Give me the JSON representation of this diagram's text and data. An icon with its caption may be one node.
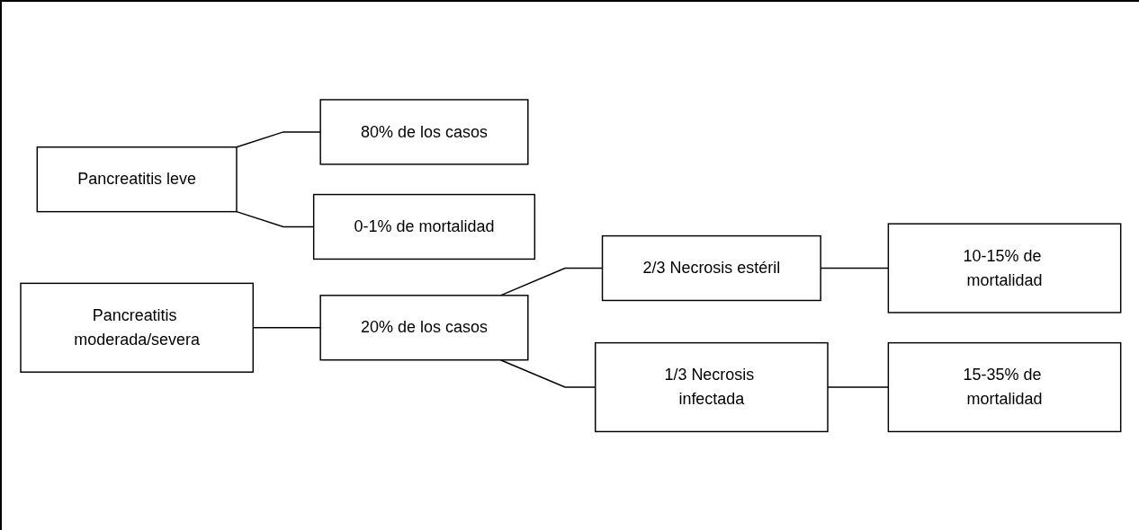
{
  "diagram": {
    "nodes": [
      {
        "text": [
          "Pancreatitis leve"
        ]
      },
      {
        "text": [
          "80% de los casos"
        ]
      },
      {
        "text": [
          "0-1% de mortalidad"
        ]
      },
      {
        "text": [
          "Pancreatitis moderada/severa"
        ]
      },
      {
        "text": [
          "20% de los casos"
        ]
      },
      {
        "text": [
          "2/3 Necrosis estéril"
        ]
      },
      {
        "text": [
          "1/3 Necrosis infectada"
        ]
      },
      {
        "text": [
          "10-15% de mortalidad"
        ]
      },
      {
        "text": [
          "15-35% de mortalidad"
        ]
      }
    ],
    "edges": [
      {
        "from": 0,
        "to": 1,
        "arrow": "none"
      },
      {
        "from": 0,
        "to": 2,
        "arrow": "none"
      },
      {
        "from": 3,
        "to": 4,
        "arrow": "none"
      },
      {
        "from": 4,
        "to": 5,
        "arrow": "none"
      },
      {
        "from": 4,
        "to": 6,
        "arrow": "none"
      },
      {
        "from": 5,
        "to": 7,
        "arrow": "none"
      },
      {
        "from": 6,
        "to": 8,
        "arrow": "none"
      }
    ]
  }
}
